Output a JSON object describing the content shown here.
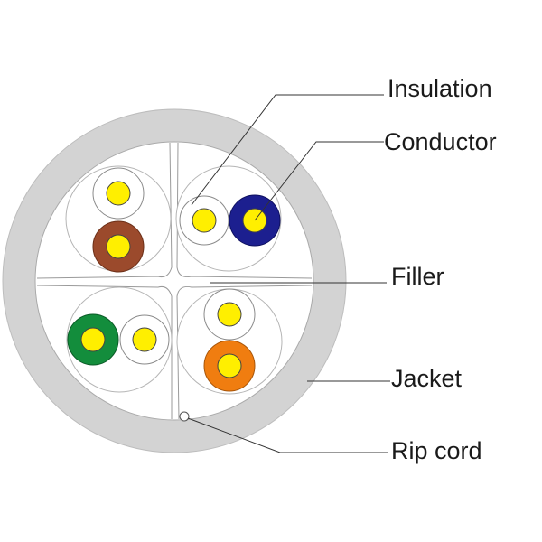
{
  "labels": {
    "insulation": "Insulation",
    "conductor": "Conductor",
    "filler": "Filler",
    "jacket": "Jacket",
    "rip_cord": "Rip cord"
  },
  "colors": {
    "jacket": "#d3d3d3",
    "background": "#ffffff",
    "conductor": "#ffef00",
    "insulation_white": "#ffffff",
    "pair_blue": "#1c1f8f",
    "pair_brown": "#9b4a2c",
    "pair_green": "#138d3c",
    "pair_orange": "#f07d10"
  },
  "pairs": [
    {
      "name": "brown-pair",
      "colored": "brown"
    },
    {
      "name": "blue-pair",
      "colored": "blue"
    },
    {
      "name": "green-pair",
      "colored": "green"
    },
    {
      "name": "orange-pair",
      "colored": "orange"
    }
  ]
}
